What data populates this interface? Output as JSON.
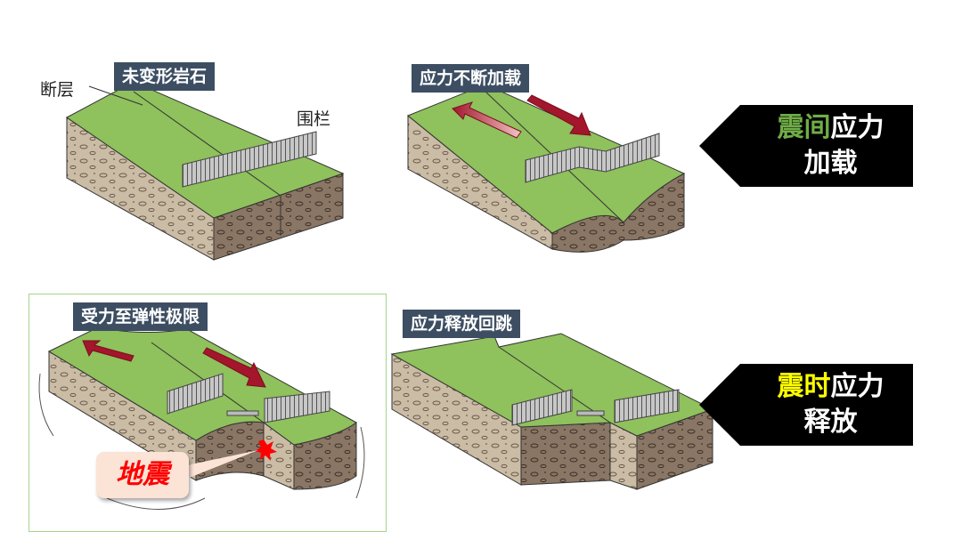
{
  "panels": {
    "p1": {
      "label": "未变形岩石",
      "fault_label": "断层",
      "fence_label": "围栏"
    },
    "p2": {
      "label": "应力不断加载"
    },
    "p3": {
      "label": "受力至弹性极限",
      "callout": "地震"
    },
    "p4": {
      "label": "应力释放回跳"
    }
  },
  "banners": [
    {
      "highlight": "震间",
      "rest": "应力",
      "line2": "加载",
      "highlight_color": "#70ad47"
    },
    {
      "highlight": "震时",
      "rest": "应力",
      "line2": "释放",
      "highlight_color": "#ffff00"
    }
  ],
  "colors": {
    "grass": "#8fc15c",
    "soil_light": "#cbbca6",
    "soil_dark": "#8a7665",
    "arrow": "#a3162c",
    "label_bg": "#3d4e63",
    "frame": "#a9d18e"
  }
}
